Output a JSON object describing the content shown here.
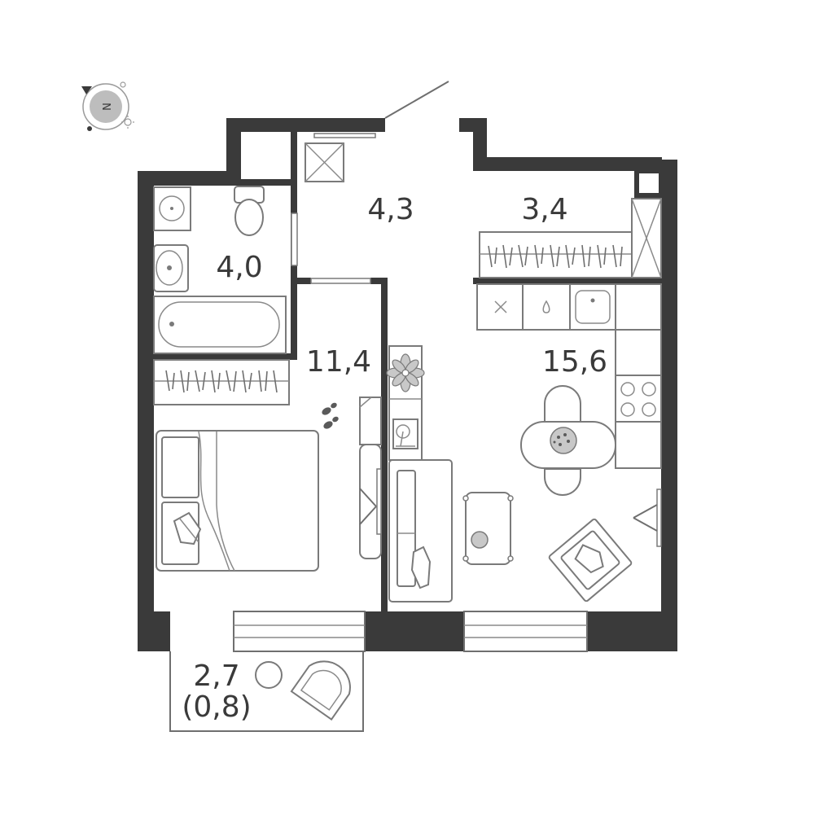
{
  "rooms": {
    "hall": "4,3",
    "wardrobe": "3,4",
    "bathroom": "4,0",
    "bedroom": "11,4",
    "kitchen_living": "15,6",
    "balcony": "2,7",
    "balcony_reduced": "(0,8)"
  },
  "compass": {
    "letter": "N"
  },
  "colors": {
    "wall": "#3a3a3a",
    "line": "#6f6f6f",
    "accent_fill": "#bdbdbd"
  }
}
